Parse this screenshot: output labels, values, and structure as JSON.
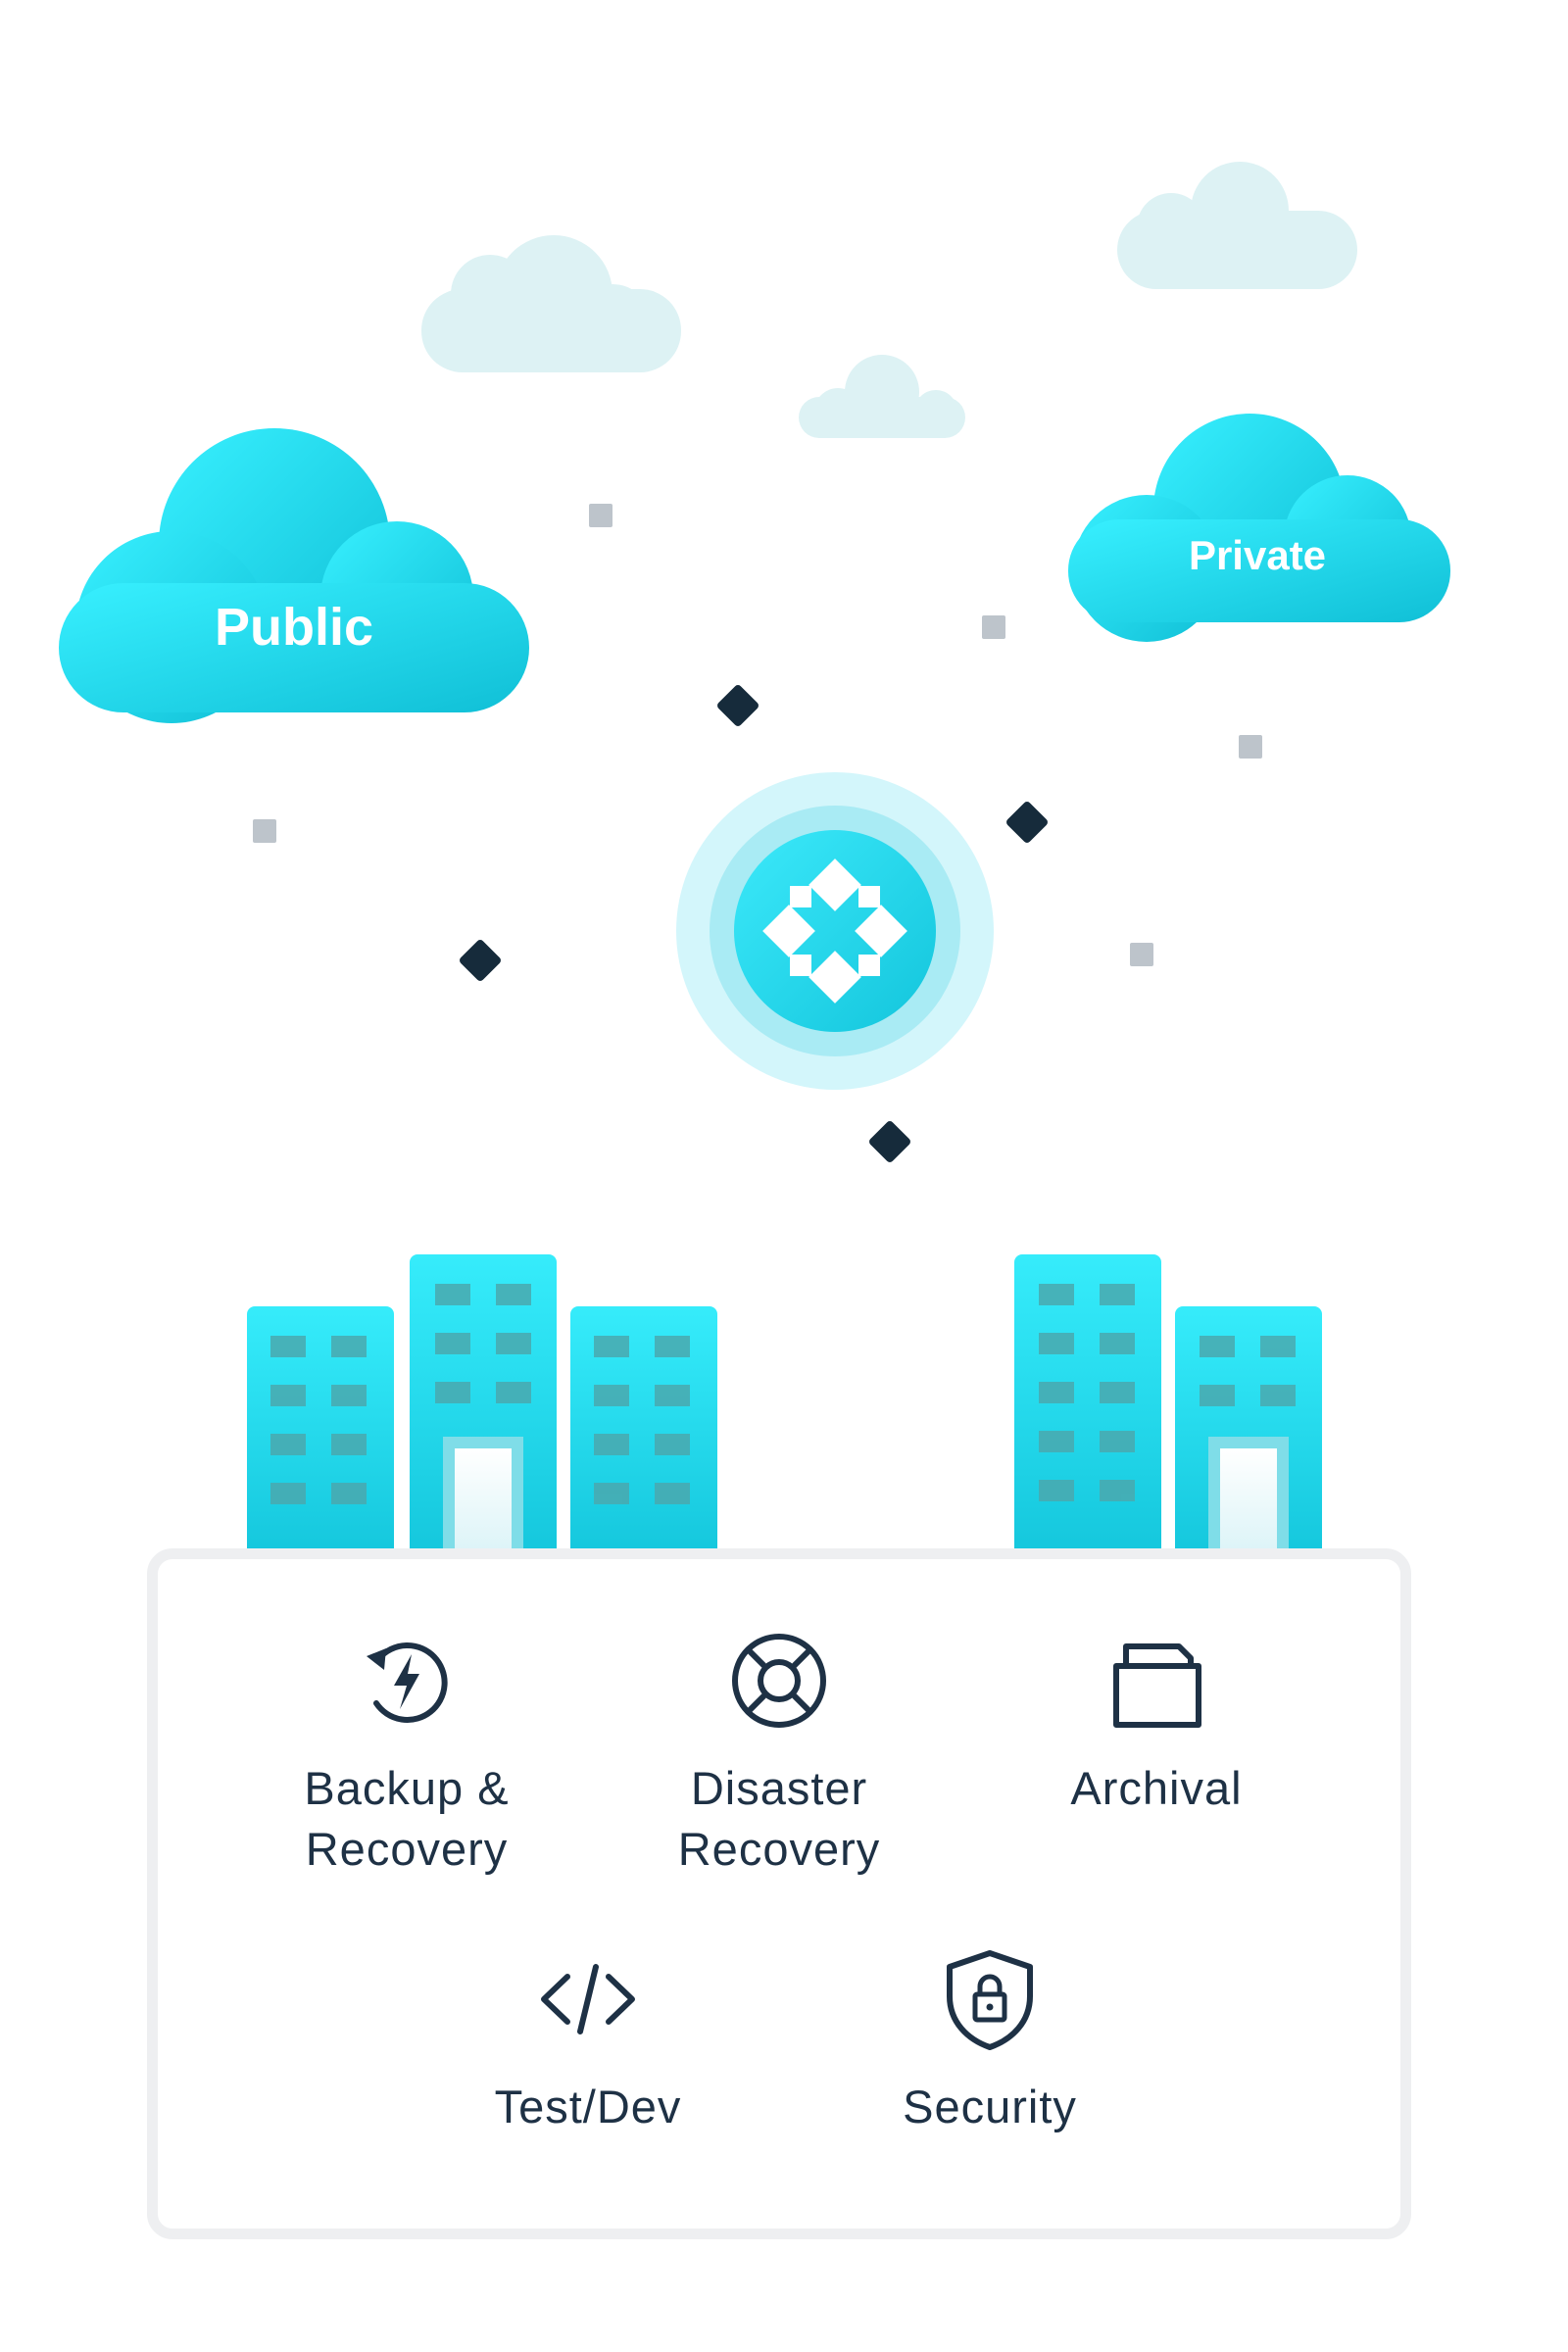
{
  "clouds": {
    "public_label": "Public",
    "private_label": "Private"
  },
  "hub": {
    "icon": "cohesity-logo-icon"
  },
  "services": {
    "backup": {
      "label_line1": "Backup &",
      "label_line2": "Recovery",
      "icon": "backup-recovery-icon"
    },
    "disaster": {
      "label_line1": "Disaster",
      "label_line2": "Recovery",
      "icon": "lifebuoy-icon"
    },
    "archival": {
      "label": "Archival",
      "icon": "folder-icon"
    },
    "testdev": {
      "label": "Test/Dev",
      "icon": "code-icon"
    },
    "security": {
      "label": "Security",
      "icon": "shield-lock-icon"
    }
  },
  "colors": {
    "accent": "#16c7de",
    "accent_light": "#2ee9fb",
    "pale_cloud": "#ddf2f4",
    "ink": "#1e3145",
    "gray_dot": "#bdc4cb",
    "panel_border": "#eeeff1"
  }
}
